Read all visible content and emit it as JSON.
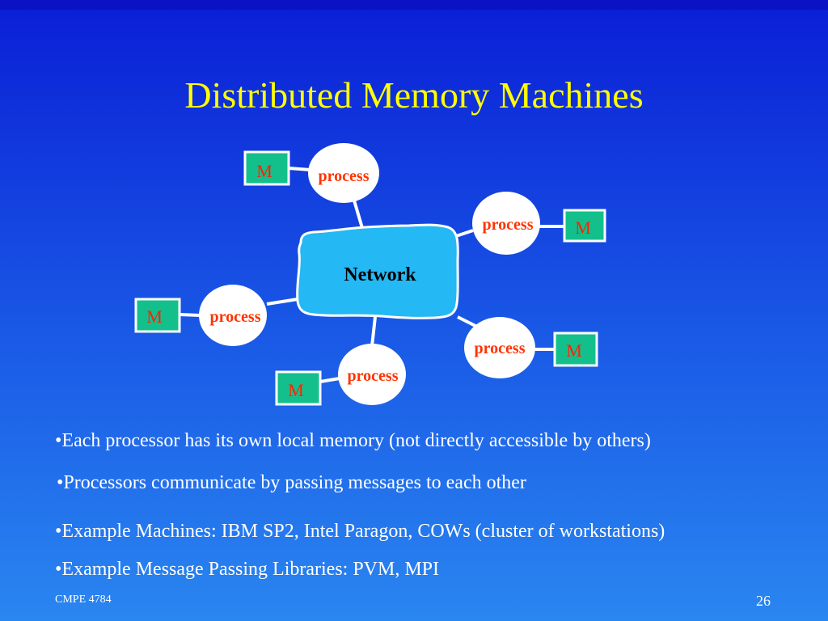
{
  "slide": {
    "title": "Distributed Memory Machines",
    "footer_left": "CMPE 4784",
    "page_number": "26"
  },
  "diagram": {
    "network_label": "Network",
    "process_label": "process",
    "memory_label": "M",
    "colors": {
      "network_fill": "#24b8f4",
      "memory_fill": "#13c08c",
      "process_text": "#ff3300",
      "memory_text": "#ff2200",
      "line": "#ffffff"
    }
  },
  "bullets": [
    "•Each processor has its own local memory (not directly accessible by others)",
    "•Processors communicate by passing messages to each other",
    "•Example Machines: IBM SP2, Intel Paragon, COWs (cluster of workstations)",
    "•Example Message Passing Libraries: PVM, MPI"
  ]
}
